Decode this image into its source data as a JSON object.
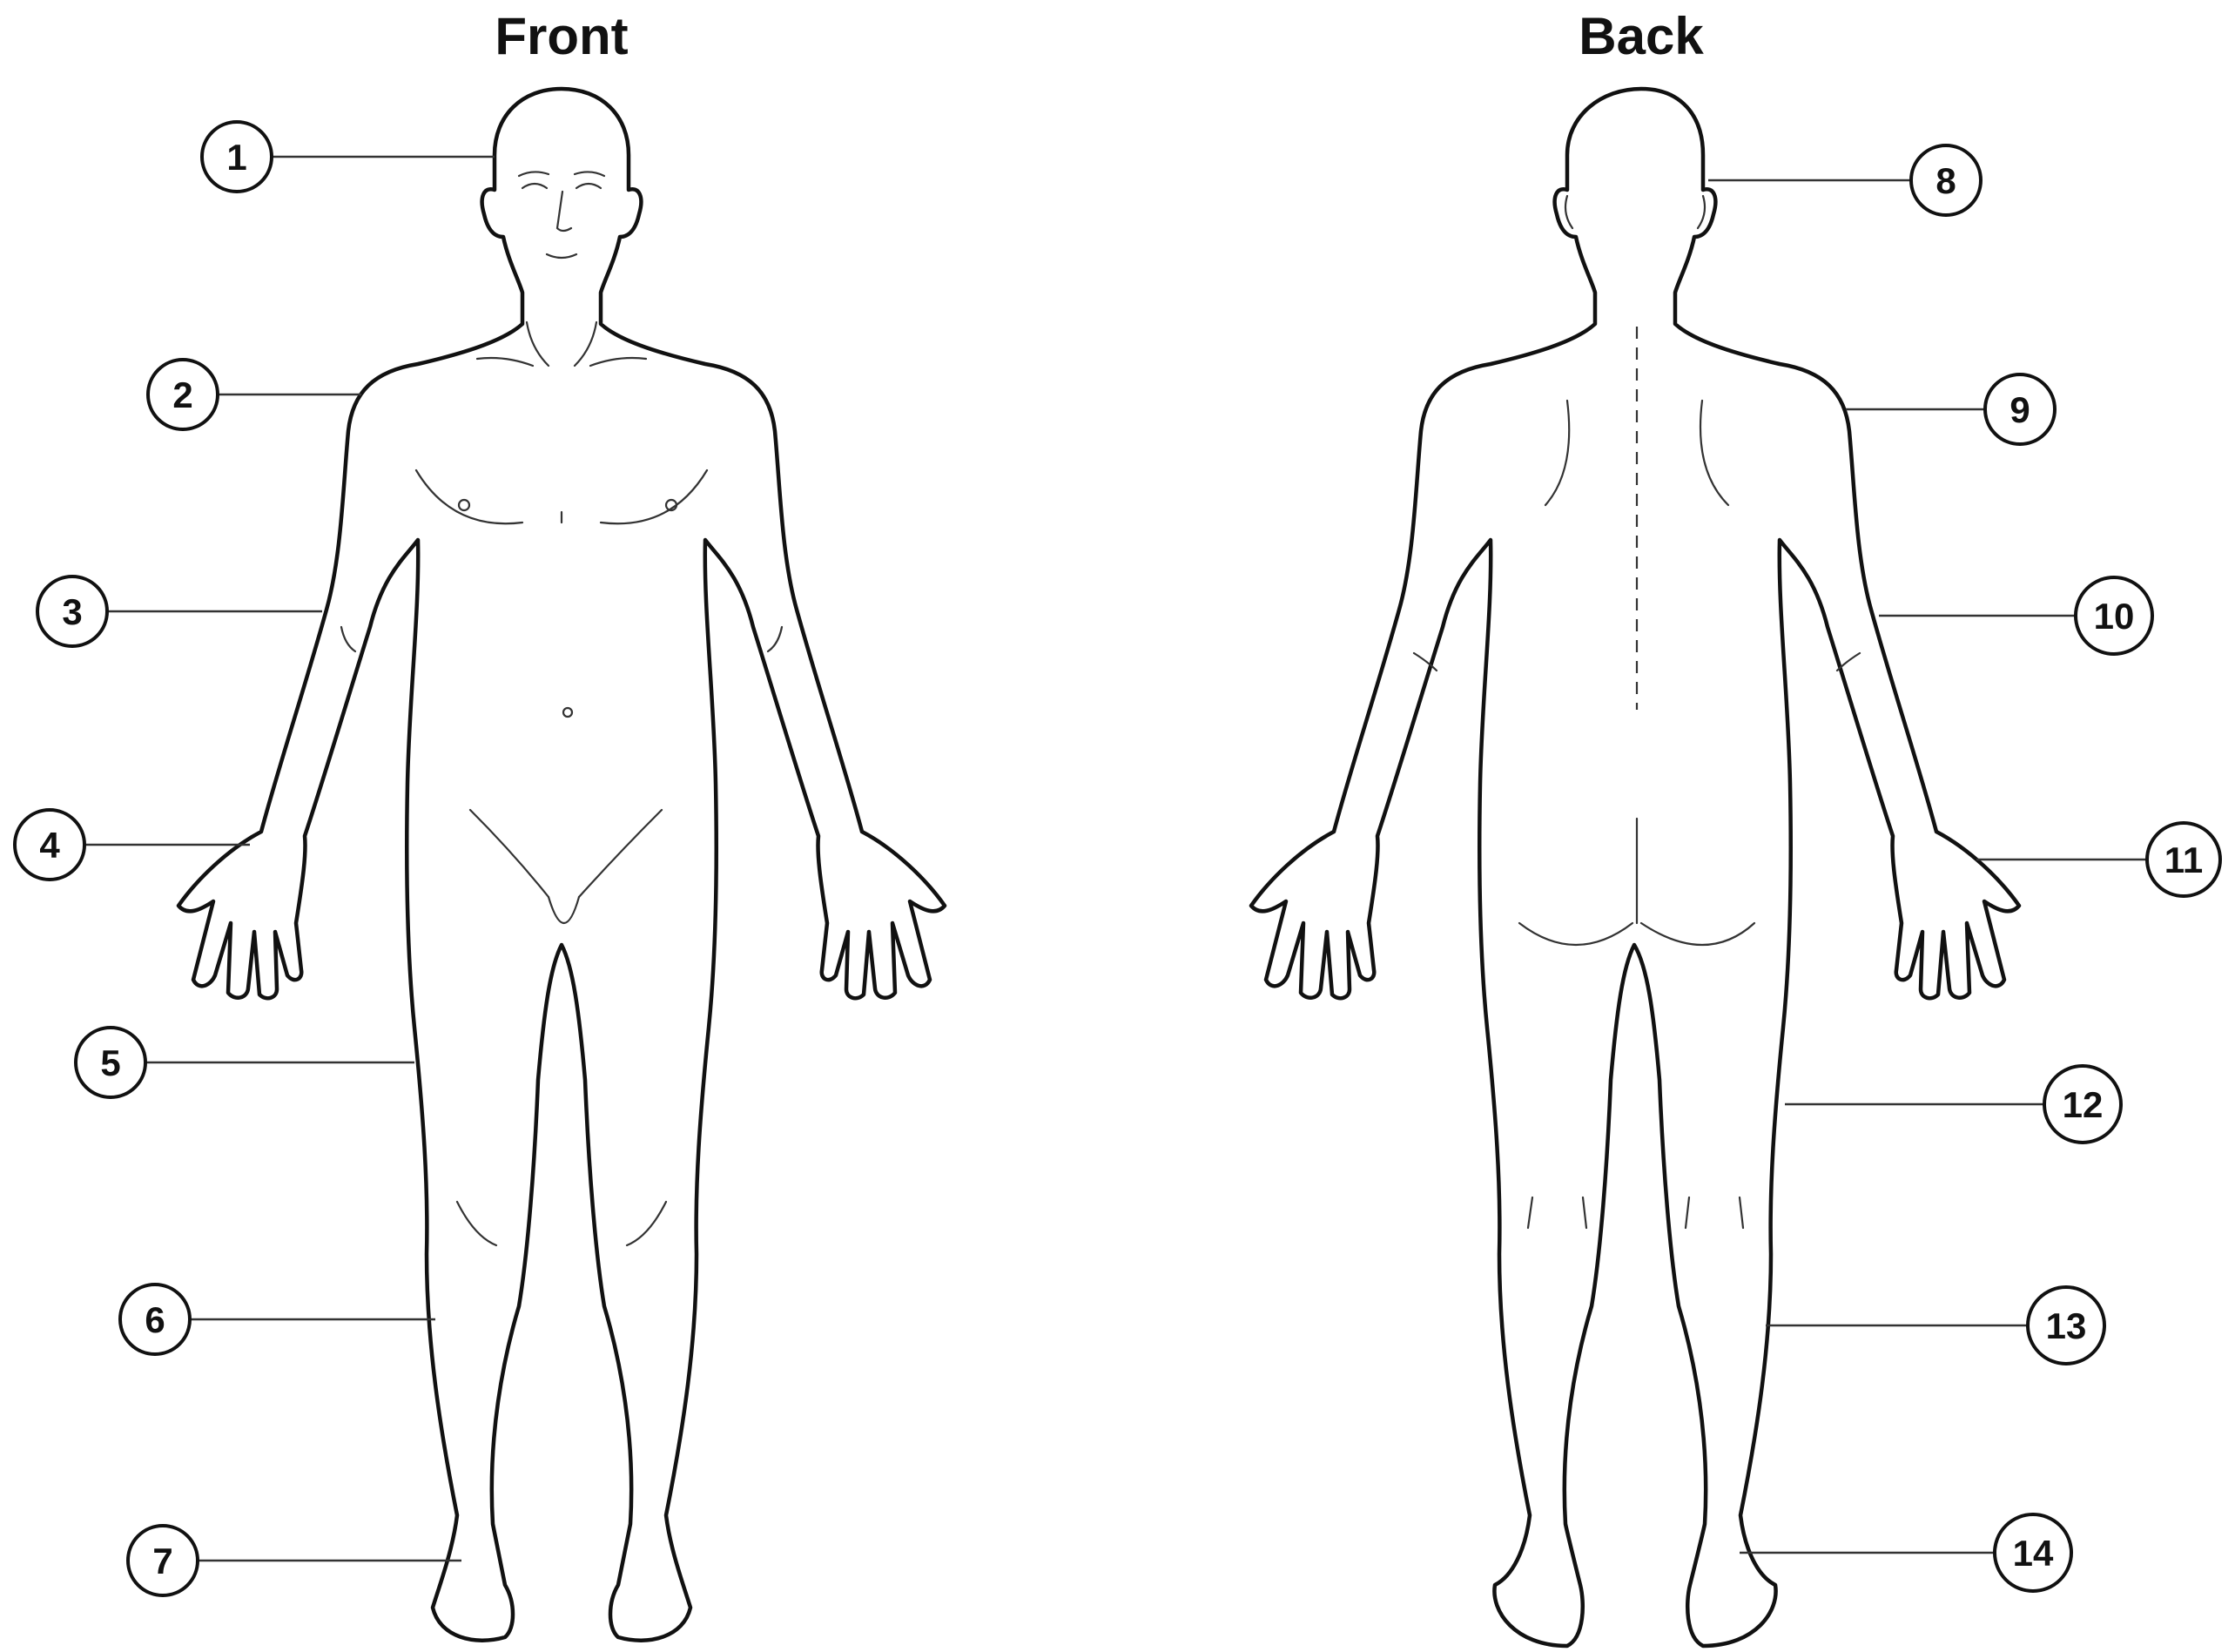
{
  "views": {
    "front": {
      "title": "Front"
    },
    "back": {
      "title": "Back"
    }
  },
  "callouts": [
    {
      "id": 1,
      "label": "1",
      "view": "front"
    },
    {
      "id": 2,
      "label": "2",
      "view": "front"
    },
    {
      "id": 3,
      "label": "3",
      "view": "front"
    },
    {
      "id": 4,
      "label": "4",
      "view": "front"
    },
    {
      "id": 5,
      "label": "5",
      "view": "front"
    },
    {
      "id": 6,
      "label": "6",
      "view": "front"
    },
    {
      "id": 7,
      "label": "7",
      "view": "front"
    },
    {
      "id": 8,
      "label": "8",
      "view": "back"
    },
    {
      "id": 9,
      "label": "9",
      "view": "back"
    },
    {
      "id": 10,
      "label": "10",
      "view": "back"
    },
    {
      "id": 11,
      "label": "11",
      "view": "back"
    },
    {
      "id": 12,
      "label": "12",
      "view": "back"
    },
    {
      "id": 13,
      "label": "13",
      "view": "back"
    },
    {
      "id": 14,
      "label": "14",
      "view": "back"
    }
  ],
  "colors": {
    "line": "#111111",
    "background": "#ffffff"
  }
}
